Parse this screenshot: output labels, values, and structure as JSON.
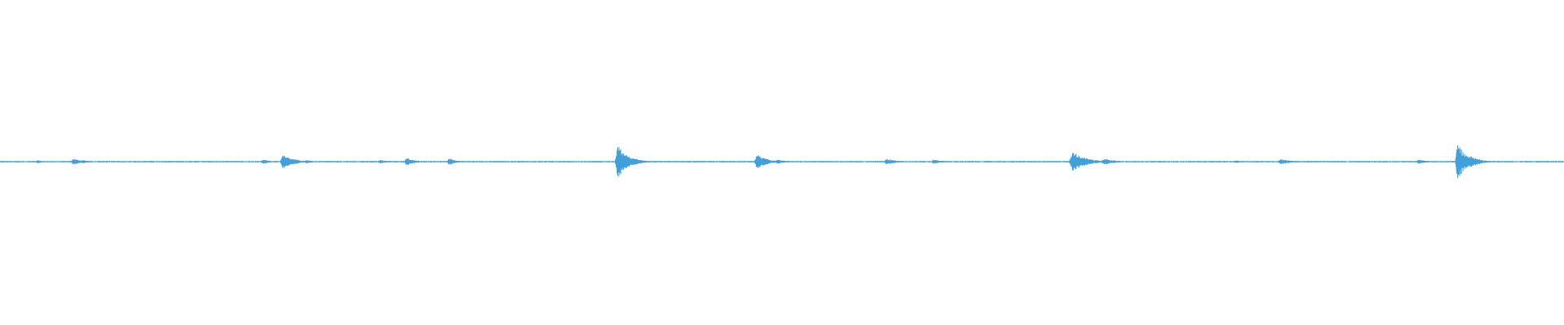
{
  "waveform": {
    "color": "#3fa0dc",
    "baseline_color": "#5aaee4",
    "amplitude_range": [
      -1,
      1
    ],
    "duration_fraction_range": [
      0,
      1
    ],
    "bursts": [
      {
        "position": 0.024,
        "amplitude": 0.05,
        "width": 0.004
      },
      {
        "position": 0.047,
        "amplitude": 0.1,
        "width": 0.006
      },
      {
        "position": 0.053,
        "amplitude": 0.06,
        "width": 0.004
      },
      {
        "position": 0.168,
        "amplitude": 0.07,
        "width": 0.006
      },
      {
        "position": 0.181,
        "amplitude": 0.22,
        "width": 0.007
      },
      {
        "position": 0.196,
        "amplitude": 0.06,
        "width": 0.004
      },
      {
        "position": 0.243,
        "amplitude": 0.06,
        "width": 0.006
      },
      {
        "position": 0.26,
        "amplitude": 0.13,
        "width": 0.005
      },
      {
        "position": 0.287,
        "amplitude": 0.12,
        "width": 0.004
      },
      {
        "position": 0.395,
        "amplitude": 0.55,
        "width": 0.006
      },
      {
        "position": 0.405,
        "amplitude": 0.12,
        "width": 0.006
      },
      {
        "position": 0.484,
        "amplitude": 0.25,
        "width": 0.006
      },
      {
        "position": 0.497,
        "amplitude": 0.07,
        "width": 0.005
      },
      {
        "position": 0.567,
        "amplitude": 0.1,
        "width": 0.006
      },
      {
        "position": 0.597,
        "amplitude": 0.07,
        "width": 0.006
      },
      {
        "position": 0.686,
        "amplitude": 0.33,
        "width": 0.008
      },
      {
        "position": 0.706,
        "amplitude": 0.1,
        "width": 0.007
      },
      {
        "position": 0.79,
        "amplitude": 0.05,
        "width": 0.004
      },
      {
        "position": 0.819,
        "amplitude": 0.08,
        "width": 0.008
      },
      {
        "position": 0.907,
        "amplitude": 0.07,
        "width": 0.005
      },
      {
        "position": 0.932,
        "amplitude": 0.65,
        "width": 0.005
      },
      {
        "position": 0.94,
        "amplitude": 0.2,
        "width": 0.006
      }
    ],
    "noise_floor": 0.025
  }
}
